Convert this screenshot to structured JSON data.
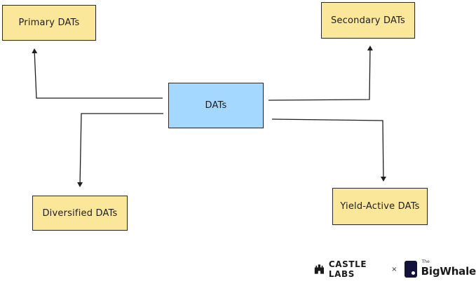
{
  "diagram": {
    "center": {
      "label": "DATs"
    },
    "nodes": {
      "primary": {
        "label": "Primary DATs"
      },
      "secondary": {
        "label": "Secondary DATs"
      },
      "diversified": {
        "label": "Diversified DATs"
      },
      "yield_active": {
        "label": "Yield-Active DATs"
      }
    },
    "edges": [
      {
        "from": "center",
        "to": "primary"
      },
      {
        "from": "center",
        "to": "secondary"
      },
      {
        "from": "center",
        "to": "diversified"
      },
      {
        "from": "center",
        "to": "yield_active"
      }
    ]
  },
  "colors": {
    "sticky_fill": "#fbe79a",
    "center_fill": "#a5d8ff",
    "stroke": "#2b2b2b"
  },
  "branding": {
    "castle_labs": "CASTLE LABS",
    "separator": "×",
    "the": "The",
    "big_whale": "BigWhale"
  }
}
